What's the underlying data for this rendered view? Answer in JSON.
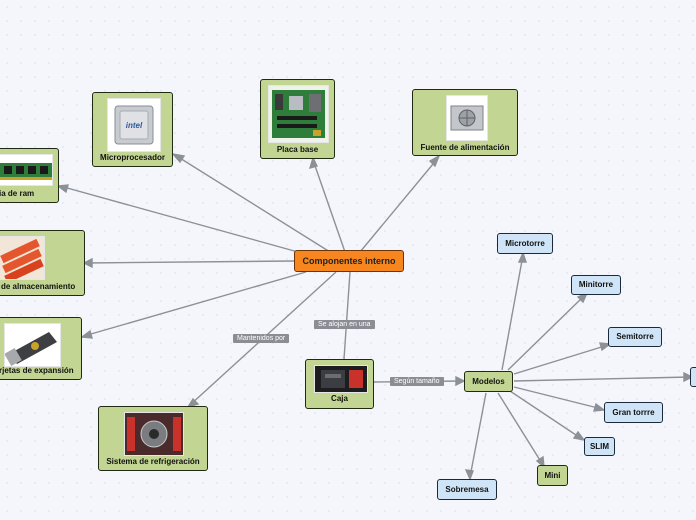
{
  "central": {
    "label": "Componentes interno"
  },
  "nodes": {
    "placa_base": "Placa base",
    "microprocesador": "Microprocesador",
    "fuente": "Fuente de alimentación",
    "memoria_ram": "oria de ram",
    "almacenamiento": "de almacenamiento",
    "tarjetas": "rjetas de expansión",
    "refrigeracion": "Sistema de refrigeración",
    "caja": "Caja",
    "modelos": "Modelos"
  },
  "models": {
    "microtorre": "Microtorre",
    "minitorre": "Minitorre",
    "semitorre": "Semitorre",
    "gran_torre": "Gran torrre",
    "slim": "SLIM",
    "mini": "Mini",
    "sobremesa": "Sobremesa"
  },
  "edge_labels": {
    "mantenidos": "Mantenidos por",
    "alojan": "Se alojan en una",
    "segun_tamano": "Según tamaño"
  },
  "colors": {
    "central": "#f7861e",
    "green_node": "#c3d592",
    "blue_node": "#cfe4f6",
    "connector": "#8c9097",
    "edge_label_bg": "#8a8d94"
  },
  "chip_brand": "intel"
}
